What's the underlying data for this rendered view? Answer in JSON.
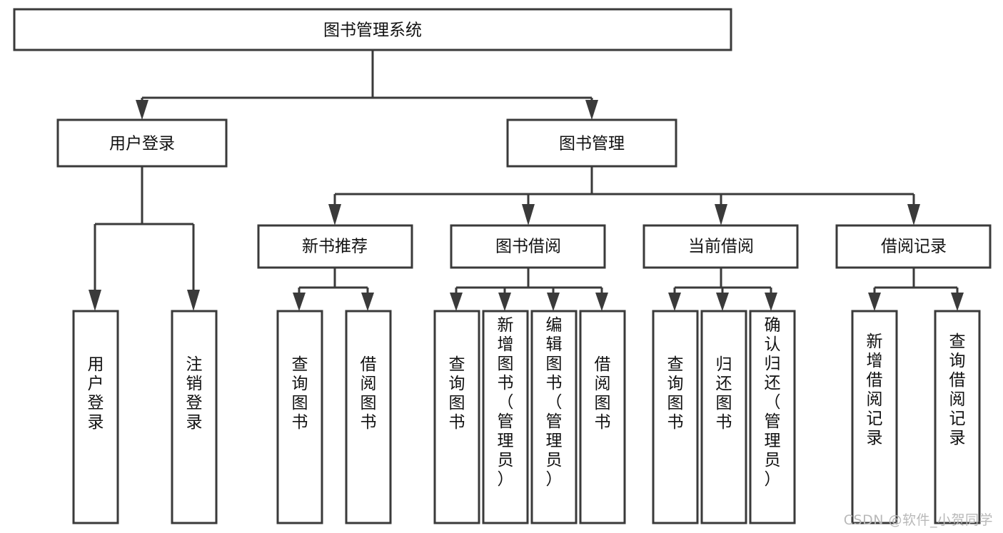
{
  "diagram": {
    "title": "图书管理系统",
    "type": "tree-hierarchy",
    "root": {
      "id": "root",
      "label": "图书管理系统"
    },
    "level1": [
      {
        "id": "user-login",
        "label": "用户登录"
      },
      {
        "id": "book-manage",
        "label": "图书管理"
      }
    ],
    "level2": [
      {
        "id": "new-book-rec",
        "label": "新书推荐",
        "parent": "book-manage"
      },
      {
        "id": "book-borrow",
        "label": "图书借阅",
        "parent": "book-manage"
      },
      {
        "id": "current-borrow",
        "label": "当前借阅",
        "parent": "book-manage"
      },
      {
        "id": "borrow-record",
        "label": "借阅记录",
        "parent": "book-manage"
      }
    ],
    "leaves": {
      "user-login": [
        {
          "id": "leaf-user-login",
          "label": "用户登录"
        },
        {
          "id": "leaf-logout",
          "label": "注销登录"
        }
      ],
      "new-book-rec": [
        {
          "id": "leaf-query-book-1",
          "label": "查询图书"
        },
        {
          "id": "leaf-borrow-book-1",
          "label": "借阅图书"
        }
      ],
      "book-borrow": [
        {
          "id": "leaf-query-book-2",
          "label": "查询图书"
        },
        {
          "id": "leaf-add-book",
          "label": "新增图书（管理员）"
        },
        {
          "id": "leaf-edit-book",
          "label": "编辑图书（管理员）"
        },
        {
          "id": "leaf-borrow-book-2",
          "label": "借阅图书"
        }
      ],
      "current-borrow": [
        {
          "id": "leaf-query-book-3",
          "label": "查询图书"
        },
        {
          "id": "leaf-return-book",
          "label": "归还图书"
        },
        {
          "id": "leaf-confirm-return",
          "label": "确认归还（管理员）"
        }
      ],
      "borrow-record": [
        {
          "id": "leaf-add-record",
          "label": "新增借阅记录"
        },
        {
          "id": "leaf-query-record",
          "label": "查询借阅记录"
        }
      ]
    }
  },
  "watermark": {
    "text": "CSDN @软件_小贺同学"
  },
  "colors": {
    "stroke": "#3a3a3a",
    "fill": "#ffffff",
    "text": "#111111",
    "watermark": "#b9b9b9"
  }
}
